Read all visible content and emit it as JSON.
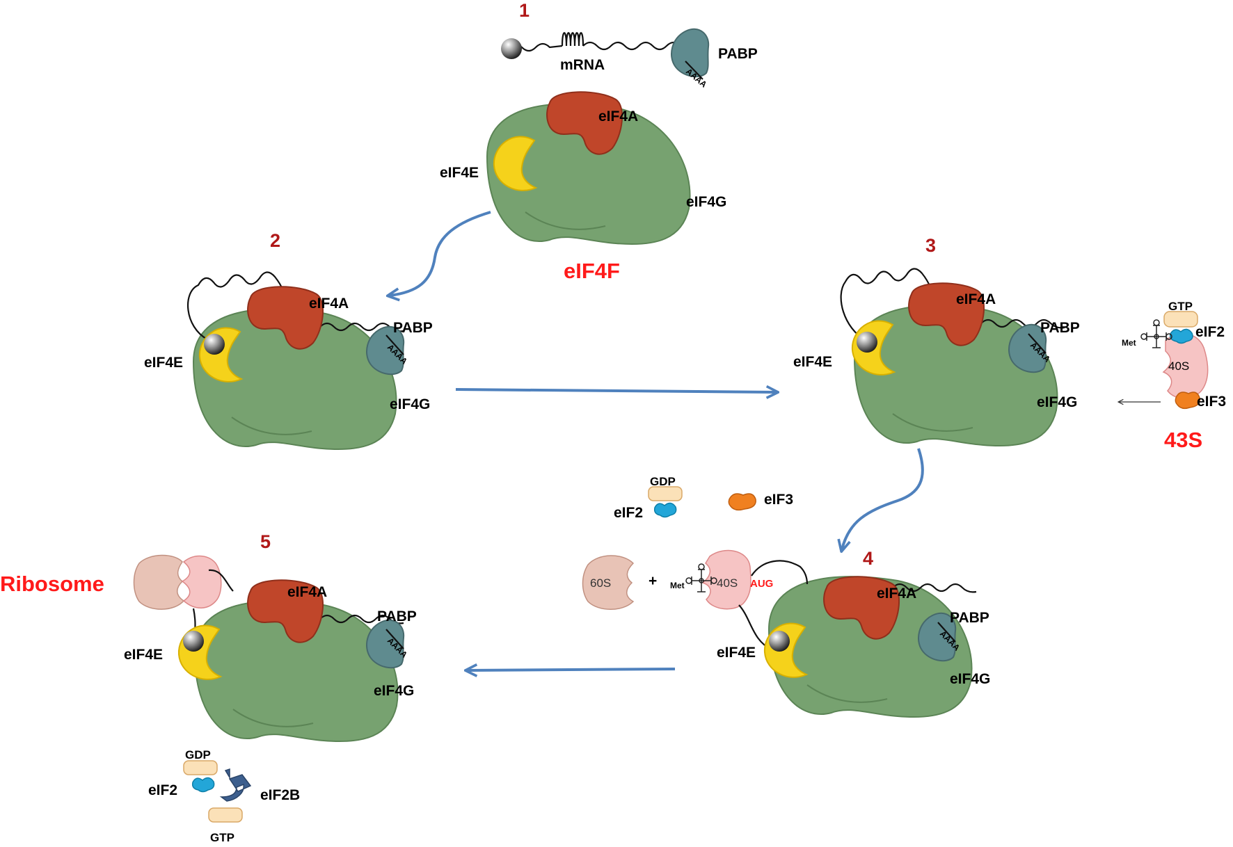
{
  "steps": {
    "s1": "1",
    "s2": "2",
    "s3": "3",
    "s4": "4",
    "s5": "5"
  },
  "labels": {
    "mrna": "mRNA",
    "pabp": "PABP",
    "eif4a": "eIF4A",
    "eif4e": "eIF4E",
    "eif4g": "eIF4G",
    "eif4f": "eIF4F",
    "gtp": "GTP",
    "gdp": "GDP",
    "eif2": "eIF2",
    "eif3": "eIF3",
    "eif2b": "eIF2B",
    "met": "Met",
    "s40": "40S",
    "s60": "60S",
    "s43": "43S",
    "aug": "AUG",
    "plus": "+",
    "ribosome": "Ribosome",
    "aaaa": "AAAA"
  },
  "colors": {
    "eIF4G": "#77a270",
    "eIF4A": "#c0462a",
    "eIF4E": "#f5d21b",
    "PABP": "#5f8b8f",
    "40S": "#f6c4c4",
    "60S": "#e8c3b6",
    "eIF2": "#23a6d8",
    "eIF3": "#f08020",
    "eIF2B": "#3d5f8e",
    "nucleotide": "#fbe1b8",
    "step_number": "#b01818",
    "highlight_label": "#ff1a1a",
    "arrow": "#4f81bd"
  }
}
